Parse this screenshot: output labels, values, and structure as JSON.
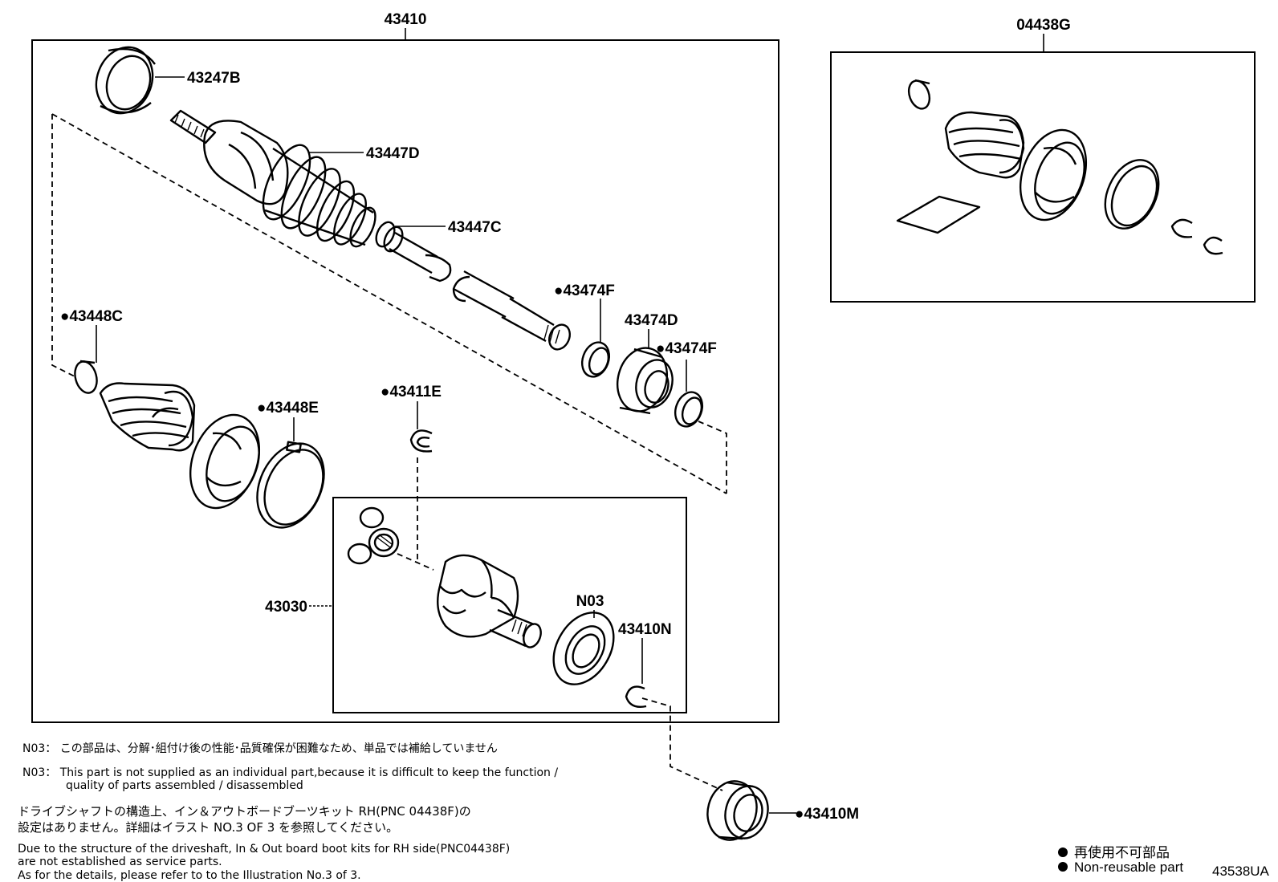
{
  "labels": {
    "assembly_top": "43410",
    "kit_top": "04438G",
    "part_43247B": "43247B",
    "part_43447D": "43447D",
    "part_43447C": "43447C",
    "part_43474F_a": "●43474F",
    "part_43474D": "43474D",
    "part_43474F_b": "●43474F",
    "part_43448C": "●43448C",
    "part_43448E": "●43448E",
    "part_43411E": "●43411E",
    "part_43030": "43030",
    "part_N03": "N03",
    "part_43410N": "43410N",
    "part_43410M": "●43410M"
  },
  "notes": {
    "n03_jp_prefix": "N03：",
    "n03_jp": "この部品は、分解･組付け後の性能･品質確保が困難なため、単品では補給していません",
    "n03_en_prefix": "N03：",
    "n03_en_line1": "This part is not supplied as an individual part,because it is difficult to keep the function /",
    "n03_en_line2": "quality of parts assembled / disassembled",
    "jp_line1": "ドライブシャフトの構造上、イン＆アウトボードブーツキット RH(PNC 04438F)の",
    "jp_line2": "設定はありません。詳細はイラスト NO.3 OF 3 を参照してください。",
    "en_line1": "Due to the structure of the driveshaft, In & Out board  boot kits for RH side(PNC04438F)",
    "en_line2": "are not established as service parts.",
    "en_line3": "As for the details, please refer to to the Illustration No.3 of 3."
  },
  "legend": {
    "jp": "再使用不可部品",
    "en": "Non-reusable part"
  },
  "illustration_code": "43538UA"
}
